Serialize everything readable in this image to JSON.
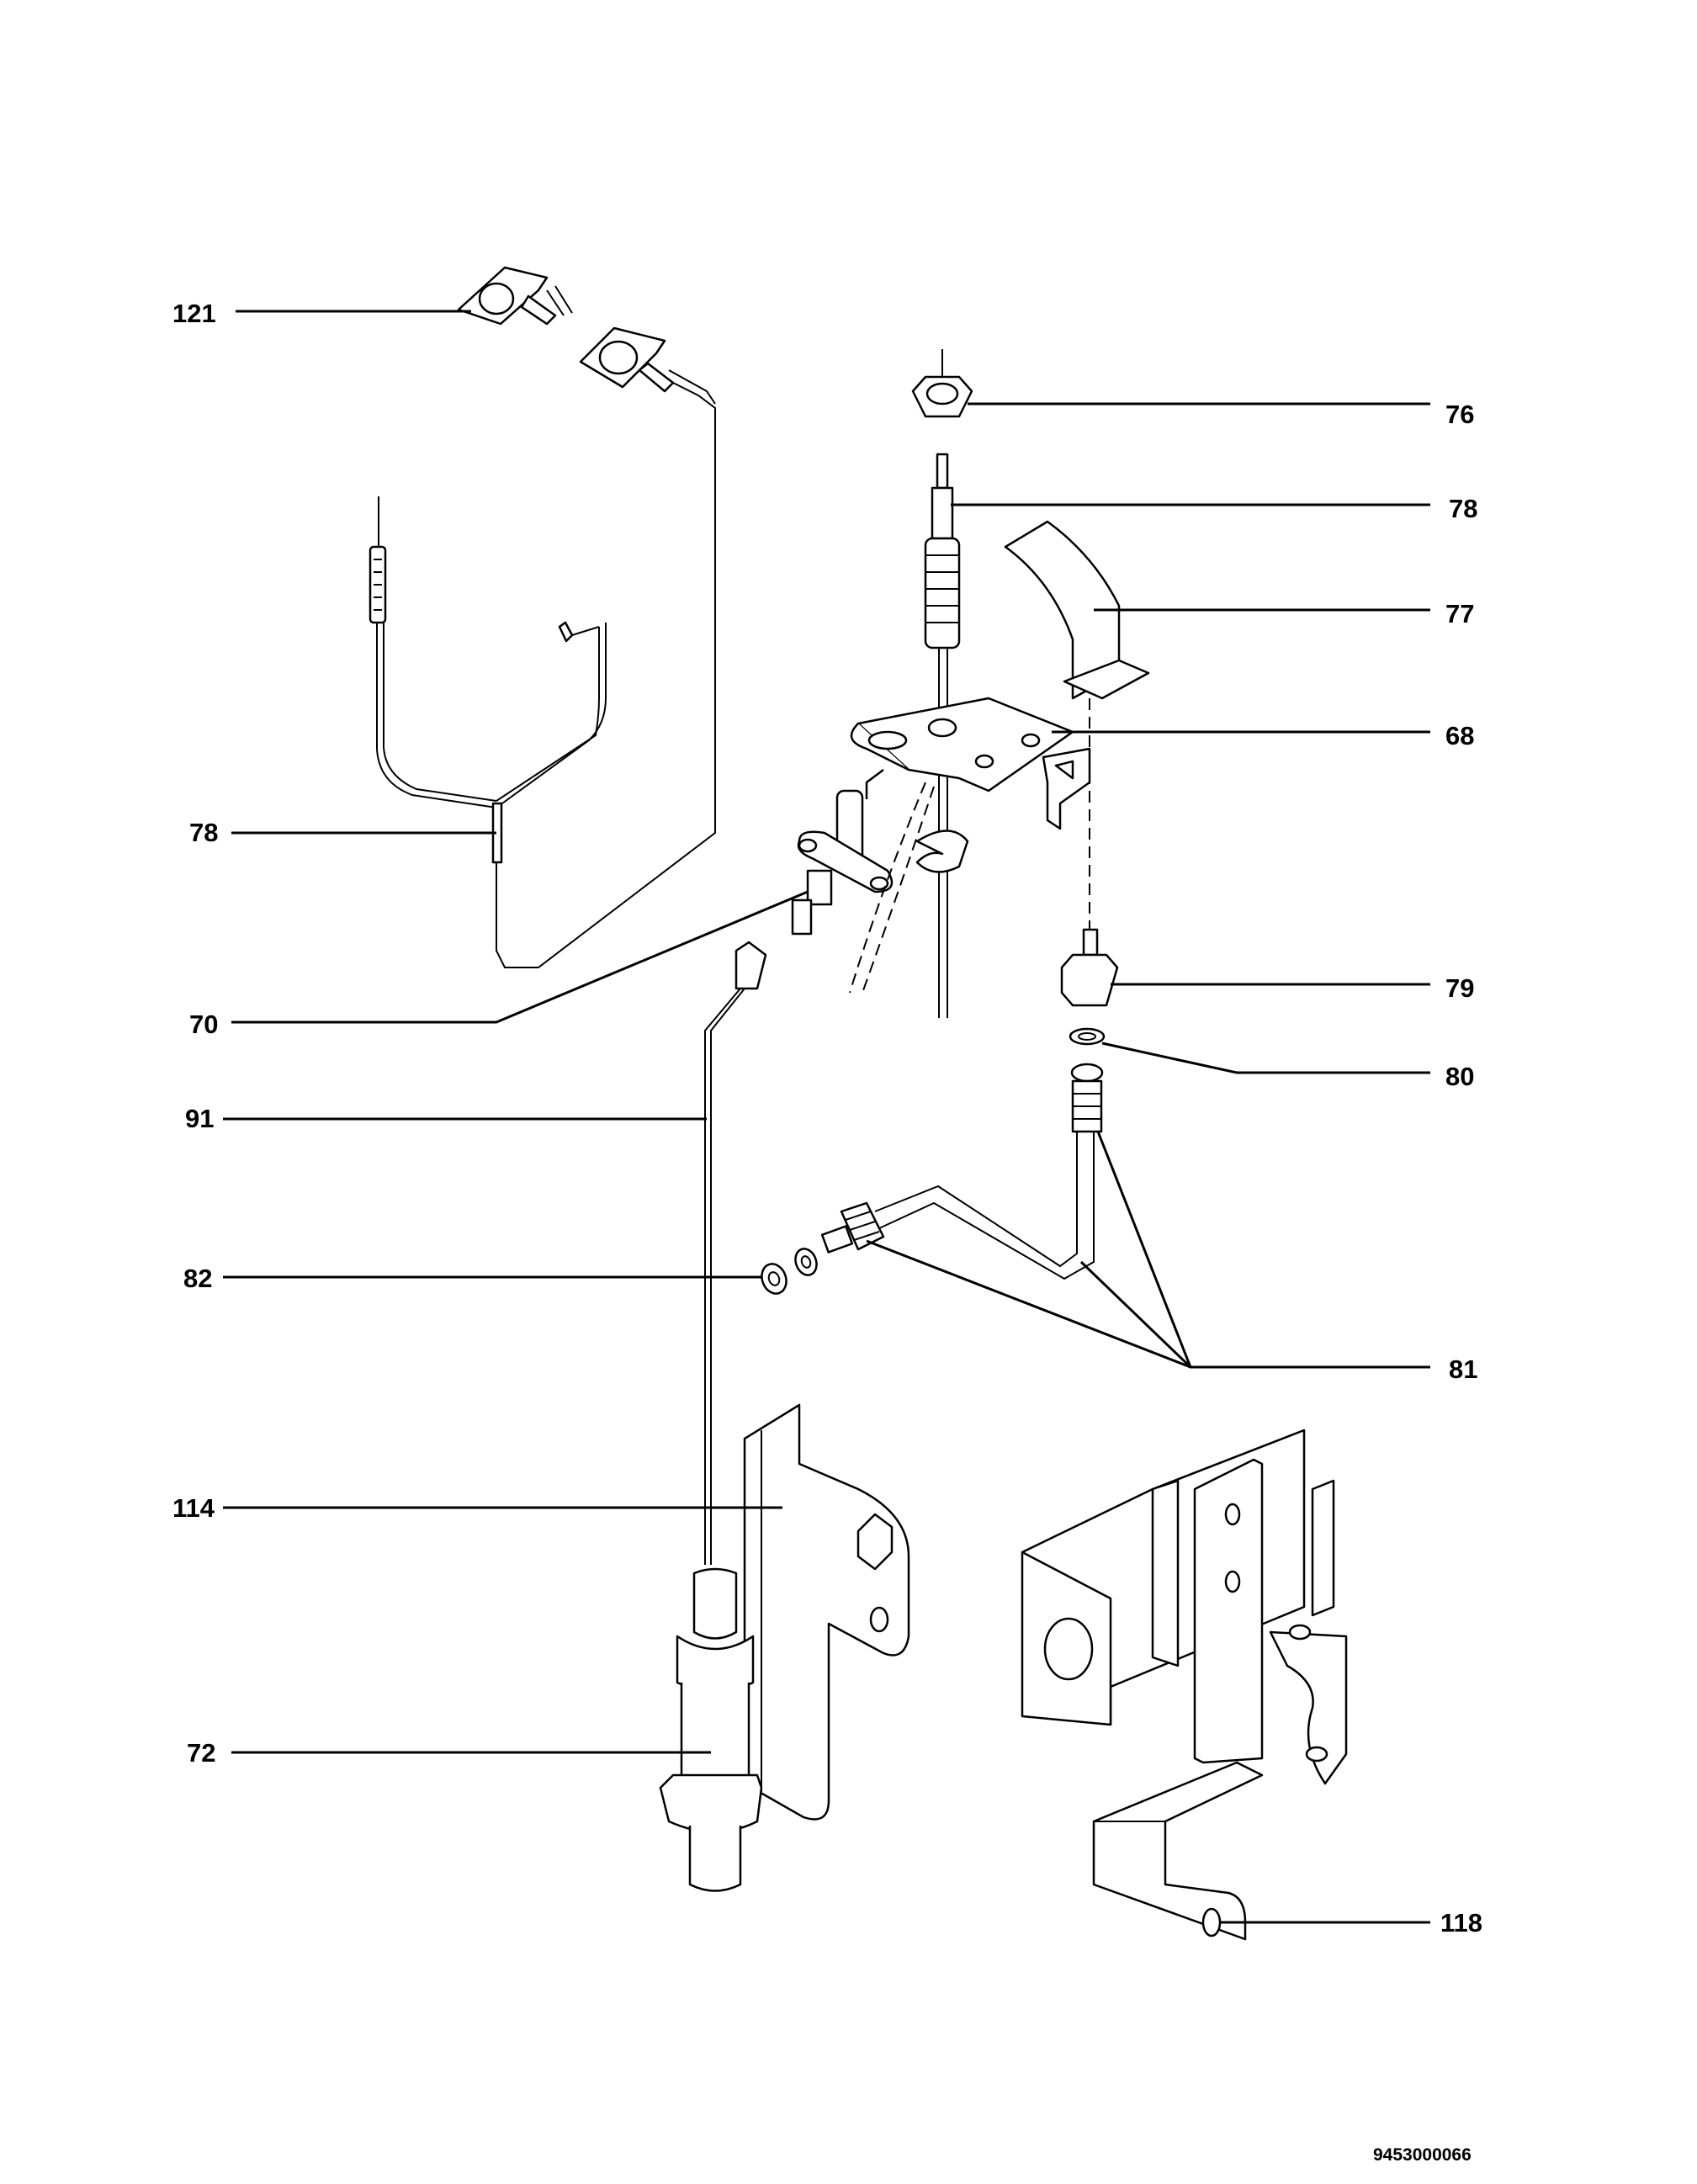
{
  "callouts": {
    "p121": "121",
    "p76": "76",
    "p78a": "78",
    "p77": "77",
    "p68": "68",
    "p78b": "78",
    "p70": "70",
    "p79": "79",
    "p80": "80",
    "p91": "91",
    "p82": "82",
    "p81": "81",
    "p114": "114",
    "p72": "72",
    "p118": "118"
  },
  "document_number": "9453000066"
}
